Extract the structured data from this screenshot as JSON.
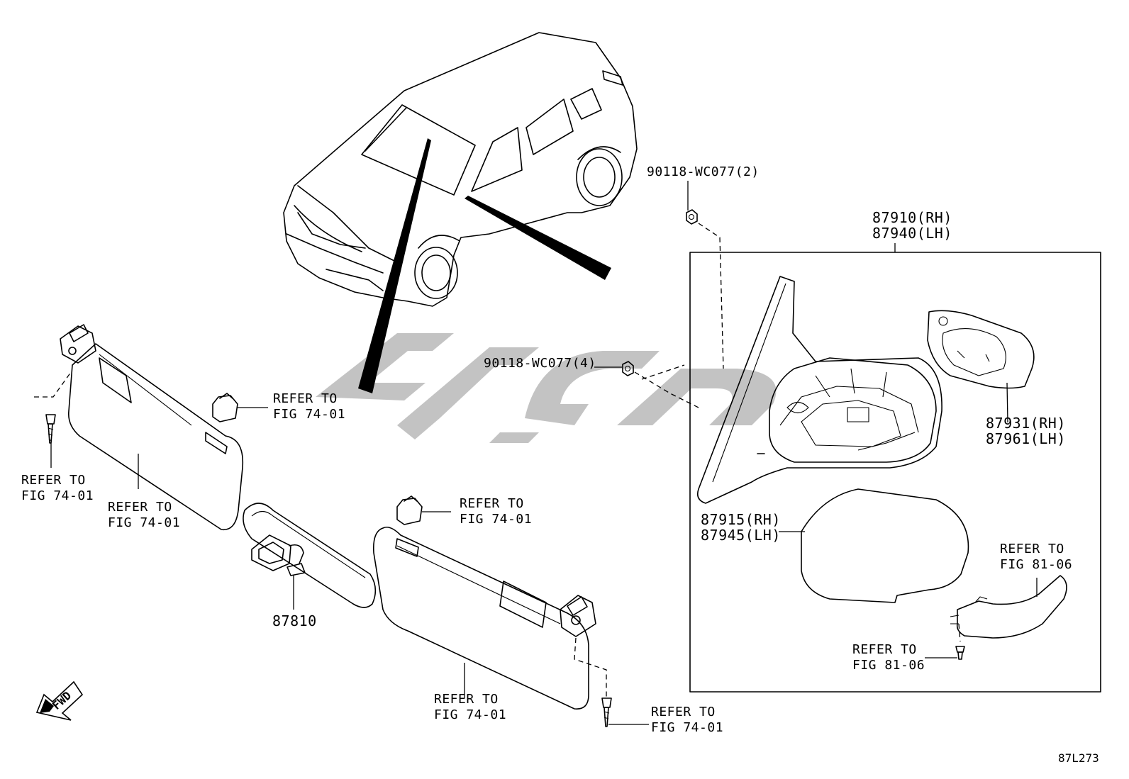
{
  "diagram_id": "87L273",
  "direction_badge": "FWD",
  "labels": {
    "nut_top": "90118-WC077(2)",
    "nut_mid": "90118-WC077(4)",
    "mirror_assy_rh": "87910(RH)",
    "mirror_assy_lh": "87940(LH)",
    "mirror_glass_rh": "87931(RH)",
    "mirror_glass_lh": "87961(LH)",
    "mirror_cover_rh": "87915(RH)",
    "mirror_cover_lh": "87945(LH)",
    "inner_mirror": "87810",
    "ref_clip_left_1": "REFER TO",
    "ref_clip_left_2": "FIG 74-01",
    "ref_screw_left_1": "REFER TO",
    "ref_screw_left_2": "FIG 74-01",
    "ref_visor_left_1": "REFER TO",
    "ref_visor_left_2": "FIG 74-01",
    "ref_clip_right_1": "REFER TO",
    "ref_clip_right_2": "FIG 74-01",
    "ref_visor_right_1": "REFER TO",
    "ref_visor_right_2": "FIG 74-01",
    "ref_screw_right_1": "REFER TO",
    "ref_screw_right_2": "FIG 74-01",
    "ref_signal_1": "REFER TO",
    "ref_signal_2": "FIG 81-06",
    "ref_signal_screw_1": "REFER TO",
    "ref_signal_screw_2": "FIG 81-06"
  },
  "icons": [
    "fwd-arrow-icon",
    "watermark-logo"
  ],
  "colors": {
    "ink": "#000000",
    "watermark": "#b9b9b9",
    "background": "#ffffff"
  }
}
